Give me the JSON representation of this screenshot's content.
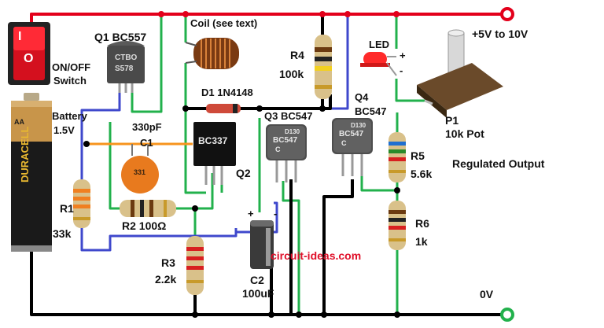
{
  "labels": {
    "q1": "Q1 BC557",
    "coil": "Coil (see text)",
    "r4": "R4",
    "r4_value": "100k",
    "led": "LED",
    "led_plus": "+",
    "led_minus": "-",
    "supply": "+5V to 10V",
    "switch_line1": "ON/OFF",
    "switch_line2": "Switch",
    "battery_line1": "Battery",
    "battery_line2": "1.5V",
    "d1": "D1 1N4148",
    "c1_value": "330pF",
    "c1": "C1",
    "q3": "Q3 BC547",
    "q4": "Q4",
    "q4_type": "BC547",
    "p1": "P1",
    "p1_value": "10k Pot",
    "q2": "Q2",
    "r5": "R5",
    "r5_value": "5.6k",
    "regulated": "Regulated Output",
    "r1": "R1",
    "r1_value": "33k",
    "r2": "R2 100Ω",
    "r6": "R6",
    "r6_value": "1k",
    "r3": "R3",
    "r3_value": "2.2k",
    "c2": "C2",
    "c2_value": "100uF",
    "c2_plus": "+",
    "c2_minus": "-",
    "ground": "0V",
    "watermark": "circuit-ideas.com"
  },
  "markings": {
    "q1_top": "CTBO",
    "q1_mid": "S578",
    "q2_chip": "BC337",
    "q3_code": "D130",
    "q3_type": "BC547",
    "q3_c": "C",
    "q4_code": "D130",
    "q4_type": "BC547",
    "q4_c": "C",
    "c1_code": "331",
    "battery_brand": "DURACELL",
    "battery_size": "AA",
    "switch_on": "I",
    "switch_off": "O"
  },
  "colors": {
    "wire_red": "#e3001b",
    "wire_green": "#22b14c",
    "wire_blue": "#3f48cc",
    "wire_orange": "#f7941d",
    "wire_black": "#000000"
  }
}
